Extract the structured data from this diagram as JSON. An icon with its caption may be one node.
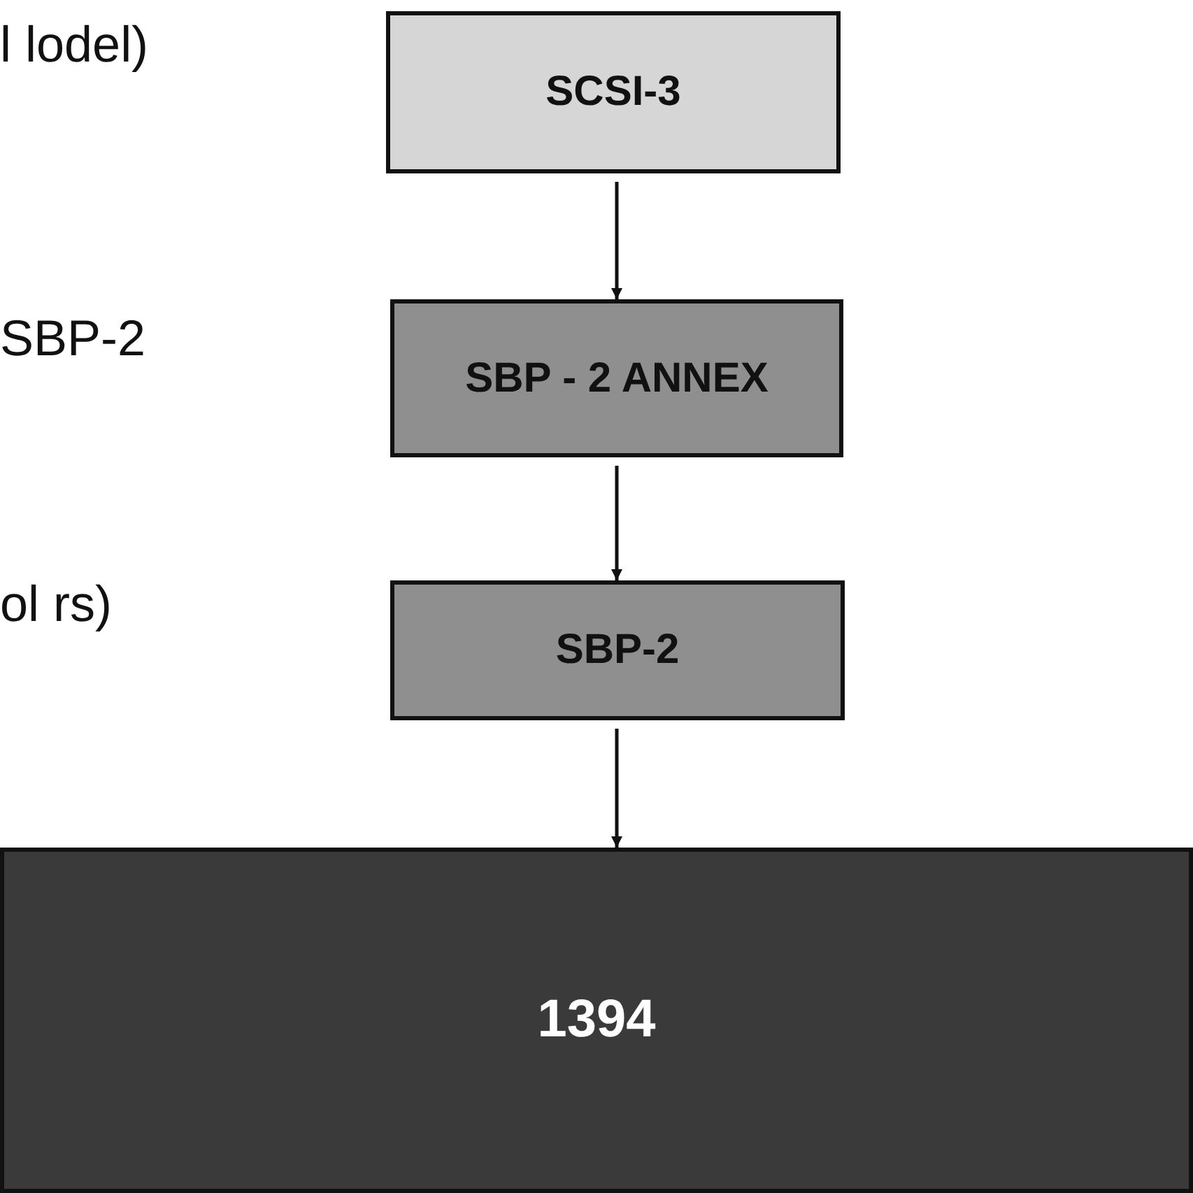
{
  "diagram": {
    "nodes": [
      {
        "text": [
          "SCSI-3"
        ]
      },
      {
        "text": [
          "SBP - 2 ANNEX"
        ]
      },
      {
        "text": [
          "SBP-2"
        ]
      },
      {
        "text": [
          "1394"
        ]
      }
    ],
    "edges": [
      {
        "from": 0,
        "to": 1,
        "arrow": "to"
      },
      {
        "from": 1,
        "to": 2,
        "arrow": "to"
      },
      {
        "from": 2,
        "to": 3,
        "arrow": "to"
      }
    ],
    "labels": [
      "l lodel)",
      "SBP-2",
      "ol rs)"
    ]
  }
}
